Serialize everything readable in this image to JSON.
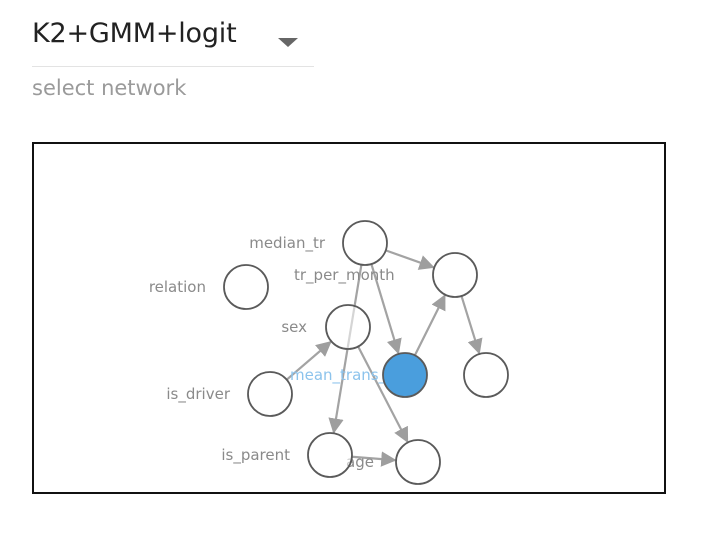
{
  "network_select": {
    "value": "K2+GMM+logit",
    "helper": "select network"
  },
  "graph": {
    "highlight_color": "#4a9edd",
    "nodes": [
      {
        "id": "median_tr",
        "label": "median_tr",
        "highlighted": false
      },
      {
        "id": "tr_per_month",
        "label": "tr_per_month",
        "highlighted": false
      },
      {
        "id": "relation",
        "label": "relation",
        "highlighted": false
      },
      {
        "id": "sex",
        "label": "sex",
        "highlighted": false
      },
      {
        "id": "mean_trans_pets",
        "label": "mean_trans_pets",
        "highlighted": true
      },
      {
        "id": "n_unlabeled",
        "label": "",
        "highlighted": false
      },
      {
        "id": "is_driver",
        "label": "is_driver",
        "highlighted": false
      },
      {
        "id": "is_parent",
        "label": "is_parent",
        "highlighted": false
      },
      {
        "id": "age",
        "label": "age",
        "highlighted": false
      }
    ],
    "edges": [
      {
        "from": "median_tr",
        "to": "tr_per_month"
      },
      {
        "from": "median_tr",
        "to": "mean_trans_pets"
      },
      {
        "from": "median_tr",
        "to": "is_parent"
      },
      {
        "from": "sex",
        "to": "age"
      },
      {
        "from": "is_driver",
        "to": "sex"
      },
      {
        "from": "mean_trans_pets",
        "to": "tr_per_month"
      },
      {
        "from": "tr_per_month",
        "to": "n_unlabeled"
      },
      {
        "from": "is_parent",
        "to": "age"
      }
    ]
  }
}
